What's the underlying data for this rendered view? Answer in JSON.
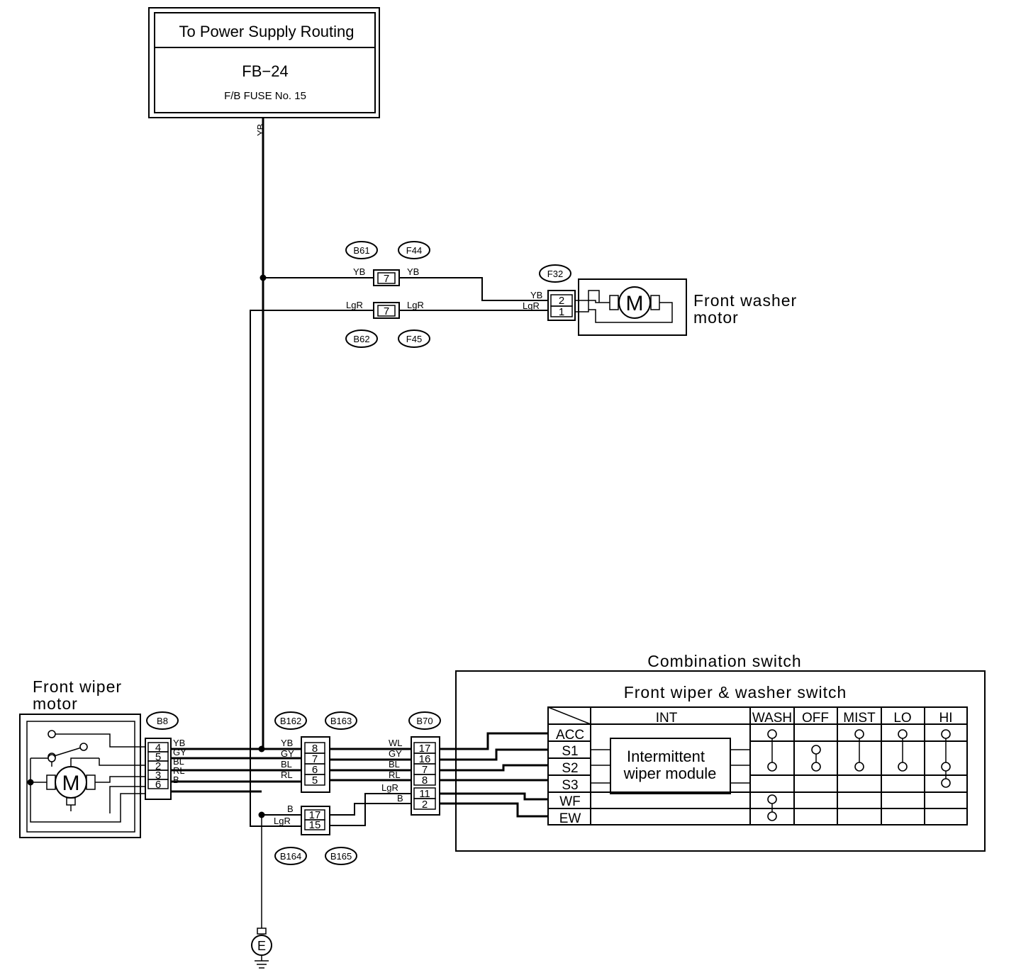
{
  "power_box": {
    "title": "To Power Supply Routing",
    "fuse_id": "FB−24",
    "fuse_desc": "F/B FUSE No. 15"
  },
  "wire_colors": {
    "yb": "YB",
    "lgr": "LgR",
    "gy": "GY",
    "bl": "BL",
    "rl": "RL",
    "b": "B",
    "wl": "WL"
  },
  "connectors": {
    "b61": "B61",
    "f44": "F44",
    "b62": "B62",
    "f45": "F45",
    "f32": "F32",
    "b8": "B8",
    "b162": "B162",
    "b163": "B163",
    "b70": "B70",
    "b164": "B164",
    "b165": "B165"
  },
  "pins": {
    "b61": "7",
    "b62": "7",
    "f32": [
      "2",
      "1"
    ],
    "b8": [
      "4",
      "5",
      "2",
      "3",
      "6"
    ],
    "b162": [
      "8",
      "7",
      "6",
      "5"
    ],
    "b70": [
      "17",
      "16",
      "7",
      "8",
      "11",
      "2"
    ],
    "b164": [
      "17",
      "15"
    ]
  },
  "components": {
    "washer_motor_line1": "Front washer",
    "washer_motor_line2": "motor",
    "wiper_motor_line1": "Front wiper",
    "wiper_motor_line2": "motor",
    "motor_symbol": "M",
    "combination_switch": "Combination switch",
    "wiper_washer_switch": "Front wiper & washer switch",
    "module_line1": "Intermittent",
    "module_line2": "wiper module",
    "ground": "E"
  },
  "switch_table": {
    "columns": [
      "INT",
      "WASH",
      "OFF",
      "MIST",
      "LO",
      "HI"
    ],
    "rows": [
      "ACC",
      "S1",
      "S2",
      "S3",
      "WF",
      "EW"
    ]
  }
}
